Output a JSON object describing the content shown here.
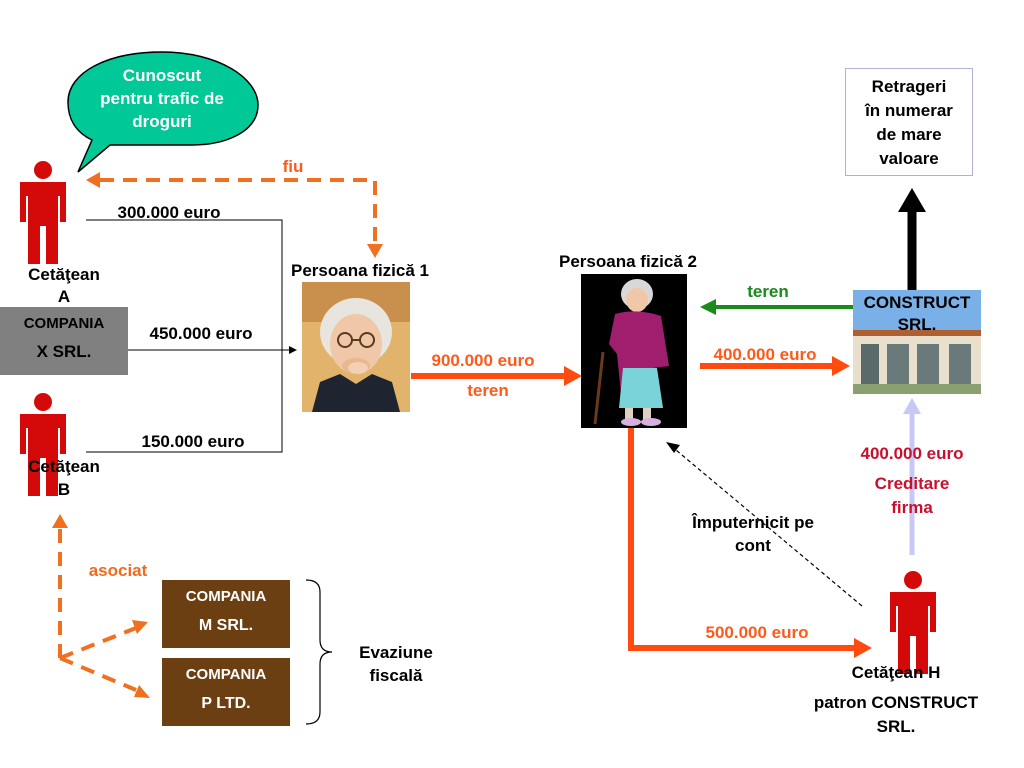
{
  "bubble": {
    "text": "Cunoscut pentru trafic de droguri",
    "color": "#00c896"
  },
  "persons": {
    "a": {
      "label_line1": "Cetăţean",
      "label_line2": "A"
    },
    "b": {
      "label_line1": "Cetăţean",
      "label_line2": "B"
    },
    "h": {
      "label_line1": "Cetăţean H",
      "label_line2": "patron CONSTRUCT",
      "label_line3": "SRL."
    }
  },
  "companies": {
    "x": {
      "line1": "COMPANIA",
      "line2": "X SRL."
    },
    "m": {
      "line1": "COMPANIA",
      "line2": "M SRL."
    },
    "p": {
      "line1": "COMPANIA",
      "line2": "P LTD."
    }
  },
  "amounts": {
    "a300": "300.000 euro",
    "x450": "450.000 euro",
    "b150": "150.000 euro",
    "pf1_900": "900.000 euro",
    "pf1_teren": "teren",
    "pf2_400": "400.000 euro",
    "construct_teren": "teren",
    "h_400": "400.000 euro",
    "h_credit_1": "Creditare",
    "h_credit_2": "firma",
    "h_500": "500.000 euro"
  },
  "relations": {
    "fiu": "fiu",
    "asociat": "asociat",
    "imputernicit_1": "Împuternicit pe",
    "imputernicit_2": "cont",
    "evaziune_1": "Evaziune",
    "evaziune_2": "fiscală"
  },
  "nodes": {
    "pf1": "Persoana fizică 1",
    "pf2": "Persoana fizică 2",
    "construct_1": "CONSTRUCT",
    "construct_2": "SRL.",
    "retrageri_1": "Retrageri",
    "retrageri_2": "în numerar",
    "retrageri_3": "de mare",
    "retrageri_4": "valoare"
  },
  "colors": {
    "person_red": "#d40a0a",
    "arrow_orange": "#ff4a10",
    "dashed_orange": "#f07020",
    "green_arrow": "#1a8a1a",
    "lavender_arrow": "#c8c8f5",
    "grey_box": "#808080",
    "brown_box": "#6b3f12"
  }
}
